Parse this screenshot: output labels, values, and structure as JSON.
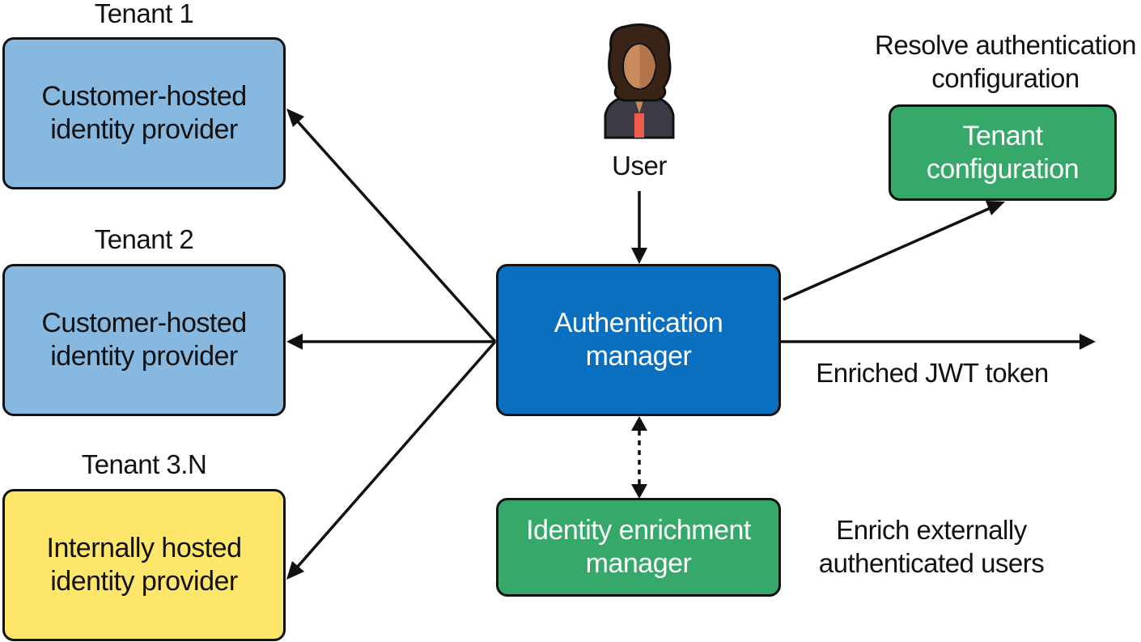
{
  "tenants": [
    {
      "title": "Tenant 1",
      "box_label": "Customer-hosted\nidentity provider",
      "color": "#86b8e0"
    },
    {
      "title": "Tenant 2",
      "box_label": "Customer-hosted\nidentity provider",
      "color": "#86b8e0"
    },
    {
      "title": "Tenant 3.N",
      "box_label": "Internally hosted\nidentity provider",
      "color": "#fde66a"
    }
  ],
  "user": {
    "label": "User",
    "icon": "user-avatar-icon"
  },
  "auth_manager": {
    "label": "Authentication\nmanager",
    "color": "#0b6fbf"
  },
  "tenant_config": {
    "caption": "Resolve authentication\nconfiguration",
    "label": "Tenant\nconfiguration",
    "color": "#36a96a"
  },
  "output": {
    "label": "Enriched JWT token"
  },
  "enrichment": {
    "label": "Identity enrichment\nmanager",
    "caption": "Enrich externally\nauthenticated users",
    "color": "#36a96a"
  }
}
